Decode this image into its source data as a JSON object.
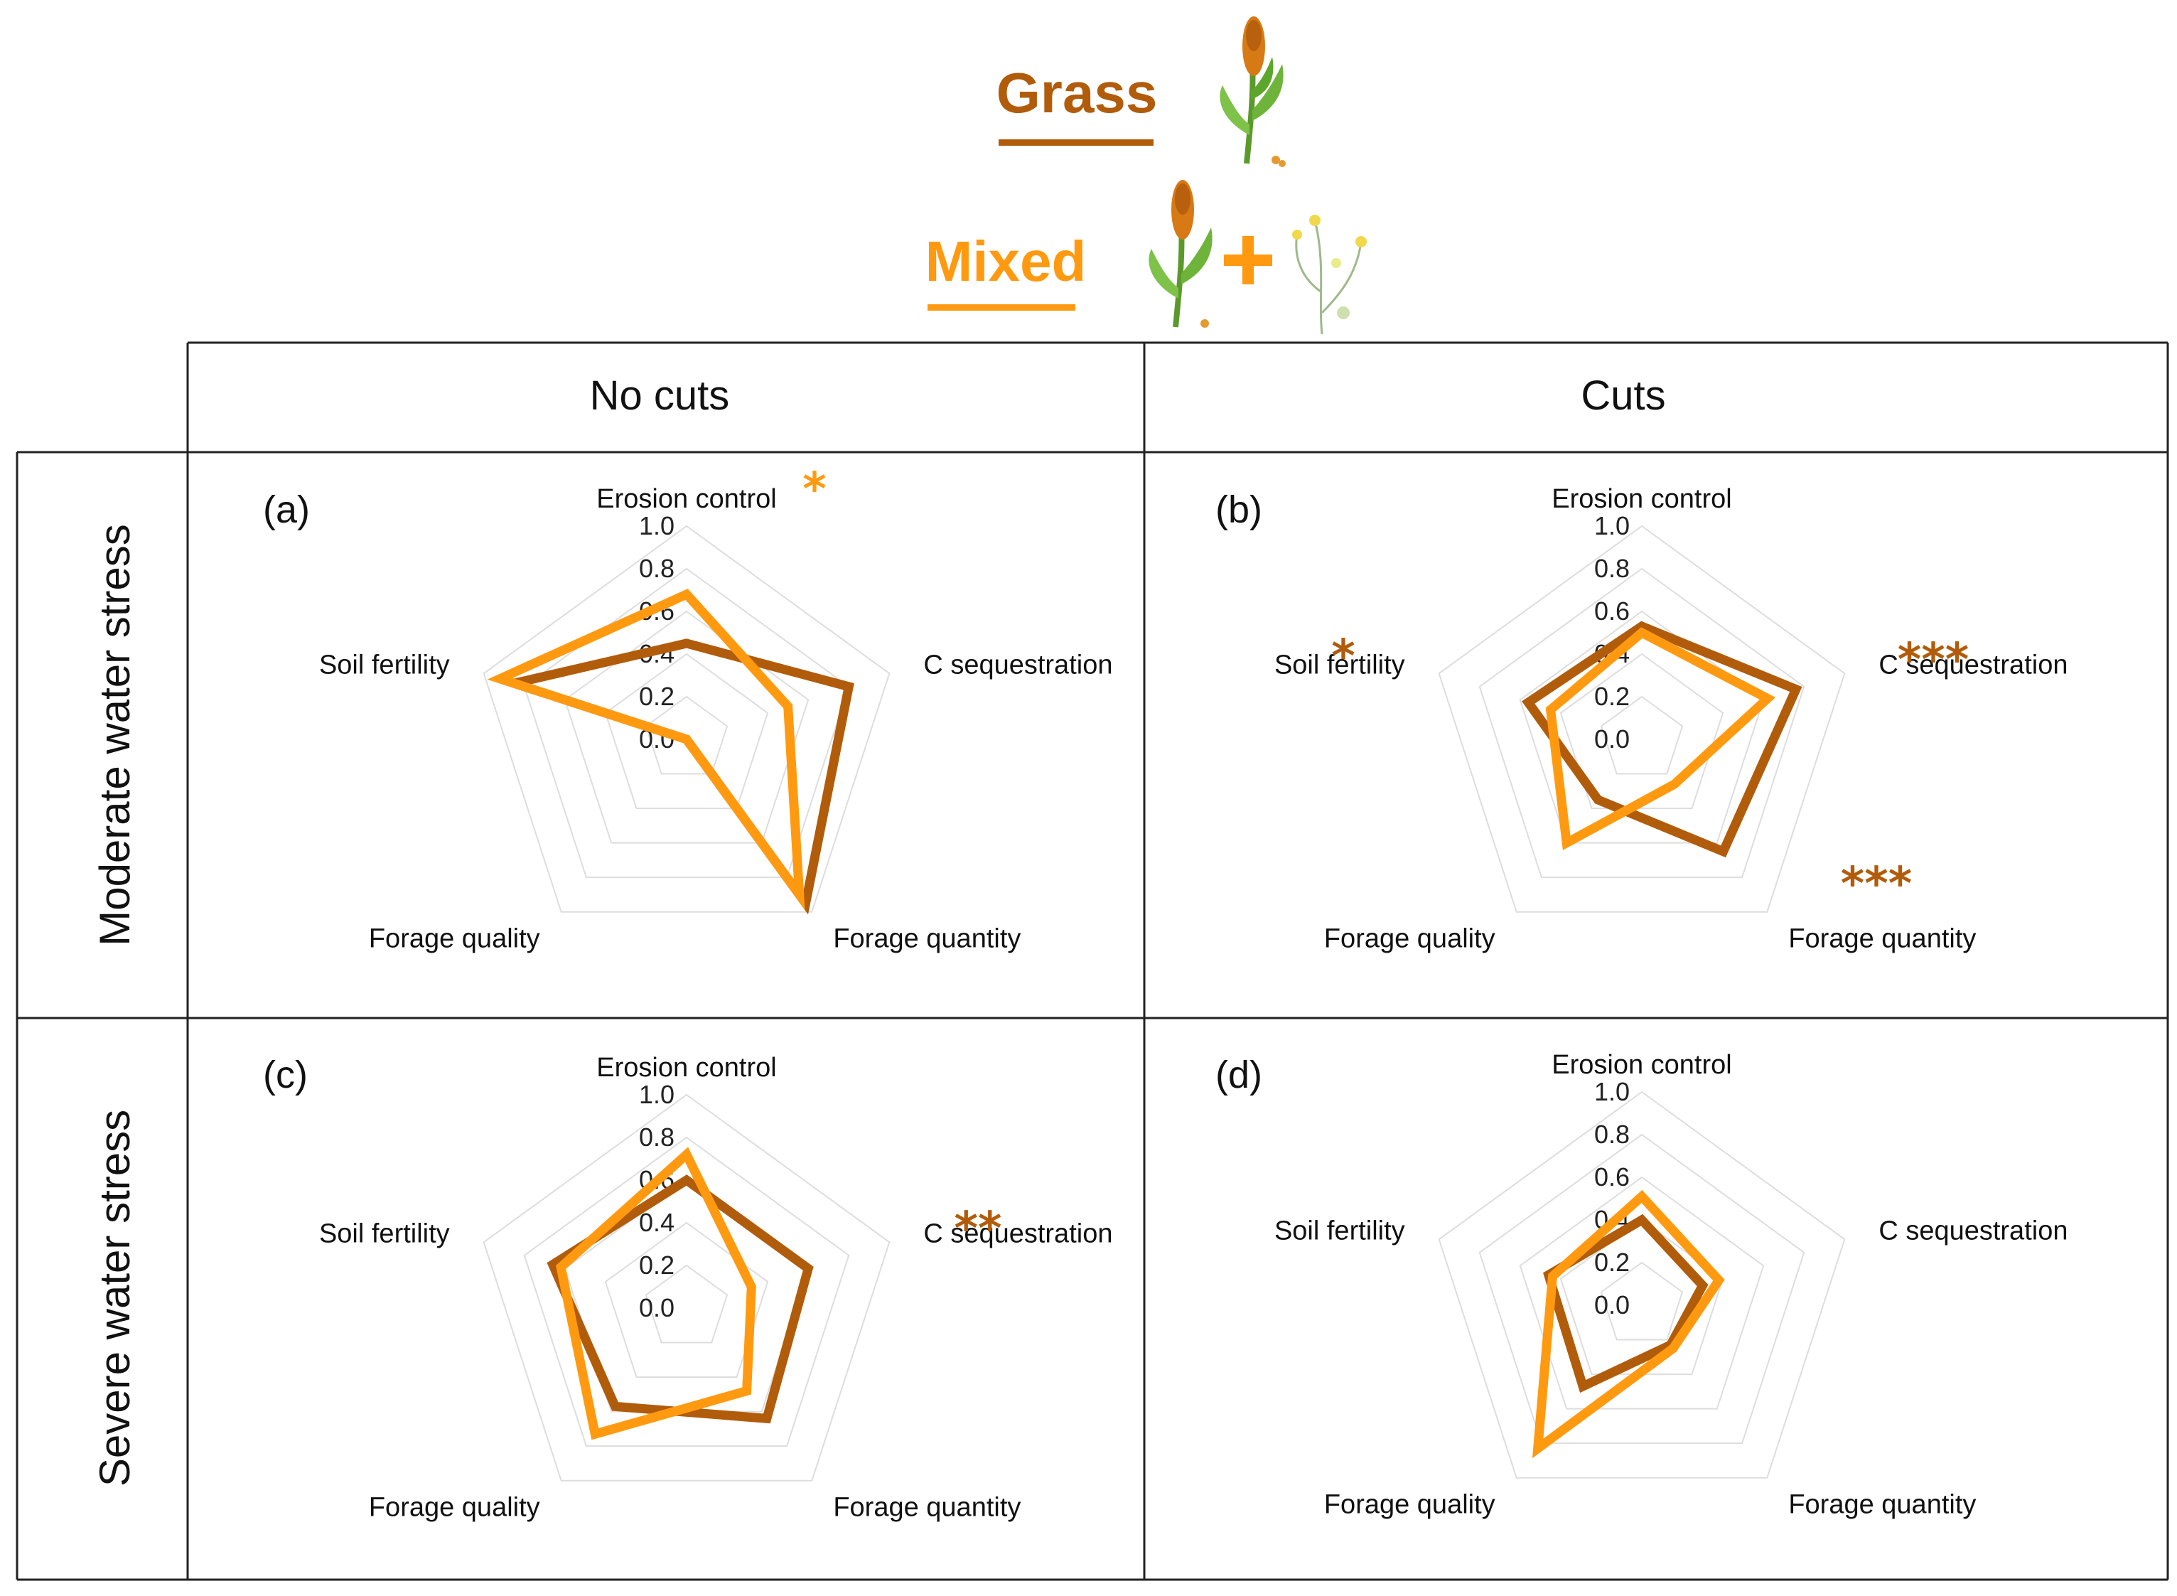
{
  "colors": {
    "grass": "#b15c0b",
    "mixed": "#ff9a10",
    "grid": "#dddddd",
    "frame": "#222222"
  },
  "legend": [
    {
      "label": "Grass",
      "icon": "sorghum-plant-icon",
      "color": "#b15c0b"
    },
    {
      "label": "Mixed",
      "icon": "sorghum-plus-legume-icon",
      "color": "#ff9a10"
    }
  ],
  "columns": [
    "No cuts",
    "Cuts"
  ],
  "rows": [
    "Moderate water stress",
    "Severe water stress"
  ],
  "chart_data": [
    {
      "type": "radar",
      "panel": "(a)",
      "axes": [
        "Erosion control",
        "C sequestration",
        "Forage quantity",
        "Forage quality",
        "Soil fertility"
      ],
      "ticks": [
        "0.0",
        "0.2",
        "0.4",
        "0.6",
        "0.8",
        "1.0"
      ],
      "ylim": [
        0,
        1
      ],
      "series": [
        {
          "name": "Grass",
          "values": [
            0.45,
            0.8,
            0.95,
            0.0,
            0.85
          ]
        },
        {
          "name": "Mixed",
          "values": [
            0.68,
            0.5,
            0.9,
            0.0,
            0.92
          ]
        }
      ],
      "significance": [
        {
          "axis": "Erosion control",
          "stars": "*",
          "series": "Mixed"
        }
      ]
    },
    {
      "type": "radar",
      "panel": "(b)",
      "axes": [
        "Erosion control",
        "C sequestration",
        "Forage quantity",
        "Forage quality",
        "Soil fertility"
      ],
      "ticks": [
        "0.0",
        "0.2",
        "0.4",
        "0.6",
        "0.8",
        "1.0"
      ],
      "ylim": [
        0,
        1
      ],
      "series": [
        {
          "name": "Grass",
          "values": [
            0.53,
            0.76,
            0.65,
            0.35,
            0.56
          ]
        },
        {
          "name": "Mixed",
          "values": [
            0.5,
            0.62,
            0.26,
            0.6,
            0.45
          ]
        }
      ],
      "significance": [
        {
          "axis": "Soil fertility",
          "stars": "*",
          "series": "Grass"
        },
        {
          "axis": "C sequestration",
          "stars": "***",
          "series": "Grass"
        },
        {
          "axis": "Forage quantity",
          "stars": "***",
          "series": "Grass"
        }
      ]
    },
    {
      "type": "radar",
      "panel": "(c)",
      "axes": [
        "Erosion control",
        "C sequestration",
        "Forage quantity",
        "Forage quality",
        "Soil fertility"
      ],
      "ticks": [
        "0.0",
        "0.2",
        "0.4",
        "0.6",
        "0.8",
        "1.0"
      ],
      "ylim": [
        0,
        1
      ],
      "series": [
        {
          "name": "Grass",
          "values": [
            0.6,
            0.6,
            0.64,
            0.57,
            0.66
          ]
        },
        {
          "name": "Mixed",
          "values": [
            0.72,
            0.32,
            0.48,
            0.73,
            0.62
          ]
        }
      ],
      "significance": [
        {
          "axis": "C sequestration",
          "stars": "**",
          "series": "Grass"
        }
      ]
    },
    {
      "type": "radar",
      "panel": "(d)",
      "axes": [
        "Erosion control",
        "C sequestration",
        "Forage quantity",
        "Forage quality",
        "Soil fertility"
      ],
      "ticks": [
        "0.0",
        "0.2",
        "0.4",
        "0.6",
        "0.8",
        "1.0"
      ],
      "ylim": [
        0,
        1
      ],
      "series": [
        {
          "name": "Grass",
          "values": [
            0.4,
            0.3,
            0.23,
            0.47,
            0.46
          ]
        },
        {
          "name": "Mixed",
          "values": [
            0.51,
            0.38,
            0.25,
            0.83,
            0.44
          ]
        }
      ],
      "significance": []
    }
  ]
}
